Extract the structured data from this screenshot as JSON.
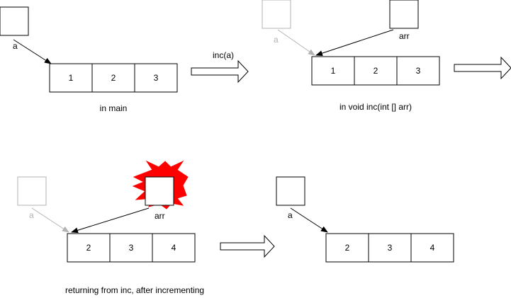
{
  "colors": {
    "ink": "#000000",
    "faded": "#b3b3b3",
    "burst": "#ff0000"
  },
  "panel1": {
    "var_label": "a",
    "cells": [
      "1",
      "2",
      "3"
    ],
    "caption": "in main"
  },
  "arrow1": {
    "label": "inc(a)"
  },
  "panel2": {
    "faded_label": "a",
    "param_label": "arr",
    "cells": [
      "1",
      "2",
      "3"
    ],
    "caption": "in void inc(int [] arr)"
  },
  "panel3": {
    "faded_label": "a",
    "param_label": "arr",
    "cells": [
      "2",
      "3",
      "4"
    ],
    "caption": "returning from inc, after incrementing"
  },
  "panel4": {
    "var_label": "a",
    "cells": [
      "2",
      "3",
      "4"
    ]
  }
}
